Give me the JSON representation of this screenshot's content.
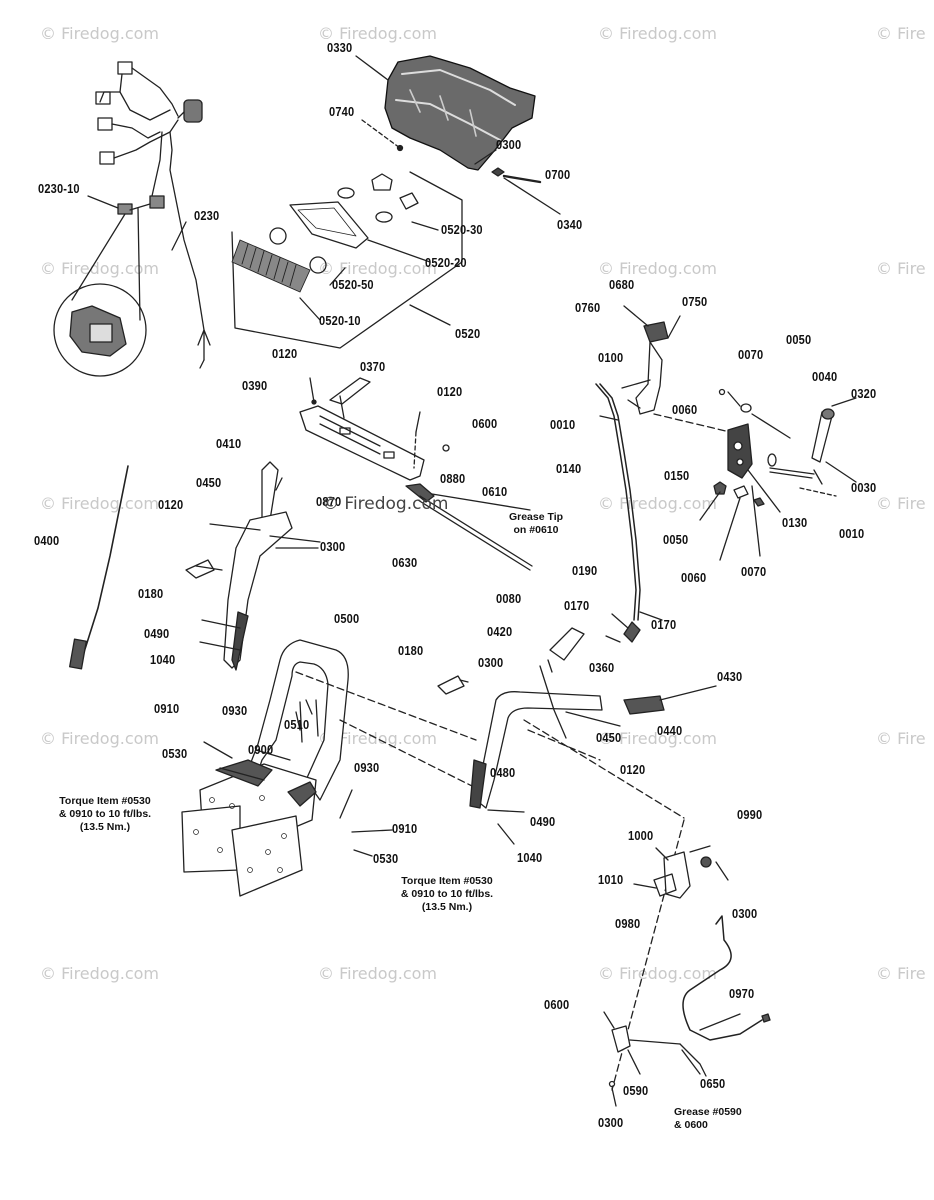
{
  "watermark": "© Firedog.com",
  "watermark_partial": "© Fire",
  "center_watermark": "© Firedog.com",
  "labels": {
    "l0330": "0330",
    "l0740": "0740",
    "l0300a": "0300",
    "l0700": "0700",
    "l0340": "0340",
    "l023010": "0230-10",
    "l0230": "0230",
    "l052030": "0520-30",
    "l052020": "0520-20",
    "l052050": "0520-50",
    "l052010": "0520-10",
    "l0520": "0520",
    "l0680": "0680",
    "l0760": "0760",
    "l0750": "0750",
    "l0100": "0100",
    "l0070a": "0070",
    "l0050a": "0050",
    "l0040": "0040",
    "l0320": "0320",
    "l0060a": "0060",
    "l0010a": "0010",
    "l0140": "0140",
    "l0150": "0150",
    "l0030": "0030",
    "l0130": "0130",
    "l0010b": "0010",
    "l0050b": "0050",
    "l0060b": "0060",
    "l0070b": "0070",
    "l0120a": "0120",
    "l0370": "0370",
    "l0390": "0390",
    "l0120b": "0120",
    "l0600a": "0600",
    "l0880": "0880",
    "l0610": "0610",
    "l0630": "0630",
    "l0410": "0410",
    "l0450a": "0450",
    "l0120c": "0120",
    "l0870": "0870",
    "l0300b": "0300",
    "l0400": "0400",
    "l0180a": "0180",
    "l0490a": "0490",
    "l1040a": "1040",
    "l0500": "0500",
    "l0190": "0190",
    "l0080": "0080",
    "l0170a": "0170",
    "l0170b": "0170",
    "l0420": "0420",
    "l0180b": "0180",
    "l0300c": "0300",
    "l0360": "0360",
    "l0430": "0430",
    "l0440": "0440",
    "l0450b": "0450",
    "l0120d": "0120",
    "l0910a": "0910",
    "l0930a": "0930",
    "l0510": "0510",
    "l0530a": "0530",
    "l0900": "0900",
    "l0480": "0480",
    "l0930b": "0930",
    "l0910b": "0910",
    "l0490b": "0490",
    "l0530b": "0530",
    "l1040b": "1040",
    "l0990": "0990",
    "l1000": "1000",
    "l1010": "1010",
    "l0980": "0980",
    "l0300d": "0300",
    "l0970": "0970",
    "l0600b": "0600",
    "l0590": "0590",
    "l0650": "0650",
    "l0300e": "0300"
  },
  "notes": {
    "grease_tip": "Grease Tip\non #0610",
    "torque_left": "Torque Item #0530\n& 0910 to 10 ft/lbs.\n(13.5 Nm.)",
    "torque_right": "Torque Item #0530\n& 0910 to 10 ft/lbs.\n(13.5 Nm.)",
    "grease_bottom": "Grease #0590\n& 0600"
  }
}
